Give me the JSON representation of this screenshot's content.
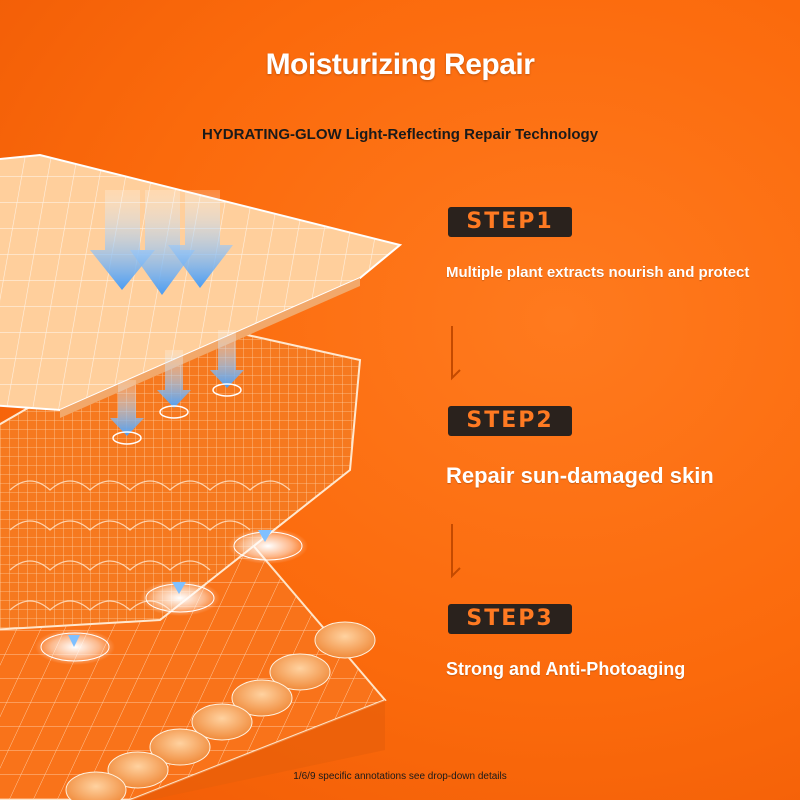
{
  "header": {
    "title": "Moisturizing Repair",
    "subtitle": "HYDRATING-GLOW Light-Reflecting Repair Technology"
  },
  "steps": [
    {
      "badge": "STEP1",
      "text": "Multiple plant extracts nourish and protect"
    },
    {
      "badge": "STEP2",
      "text": "Repair sun-damaged skin"
    },
    {
      "badge": "STEP3",
      "text": "Strong and Anti-Photoaging"
    }
  ],
  "footnote": "1/6/9 specific annotations see drop-down details",
  "colors": {
    "background": "#fb6a0c",
    "badge_bg": "#2a221d",
    "badge_text": "#ff7a22",
    "text": "#ffffff"
  }
}
